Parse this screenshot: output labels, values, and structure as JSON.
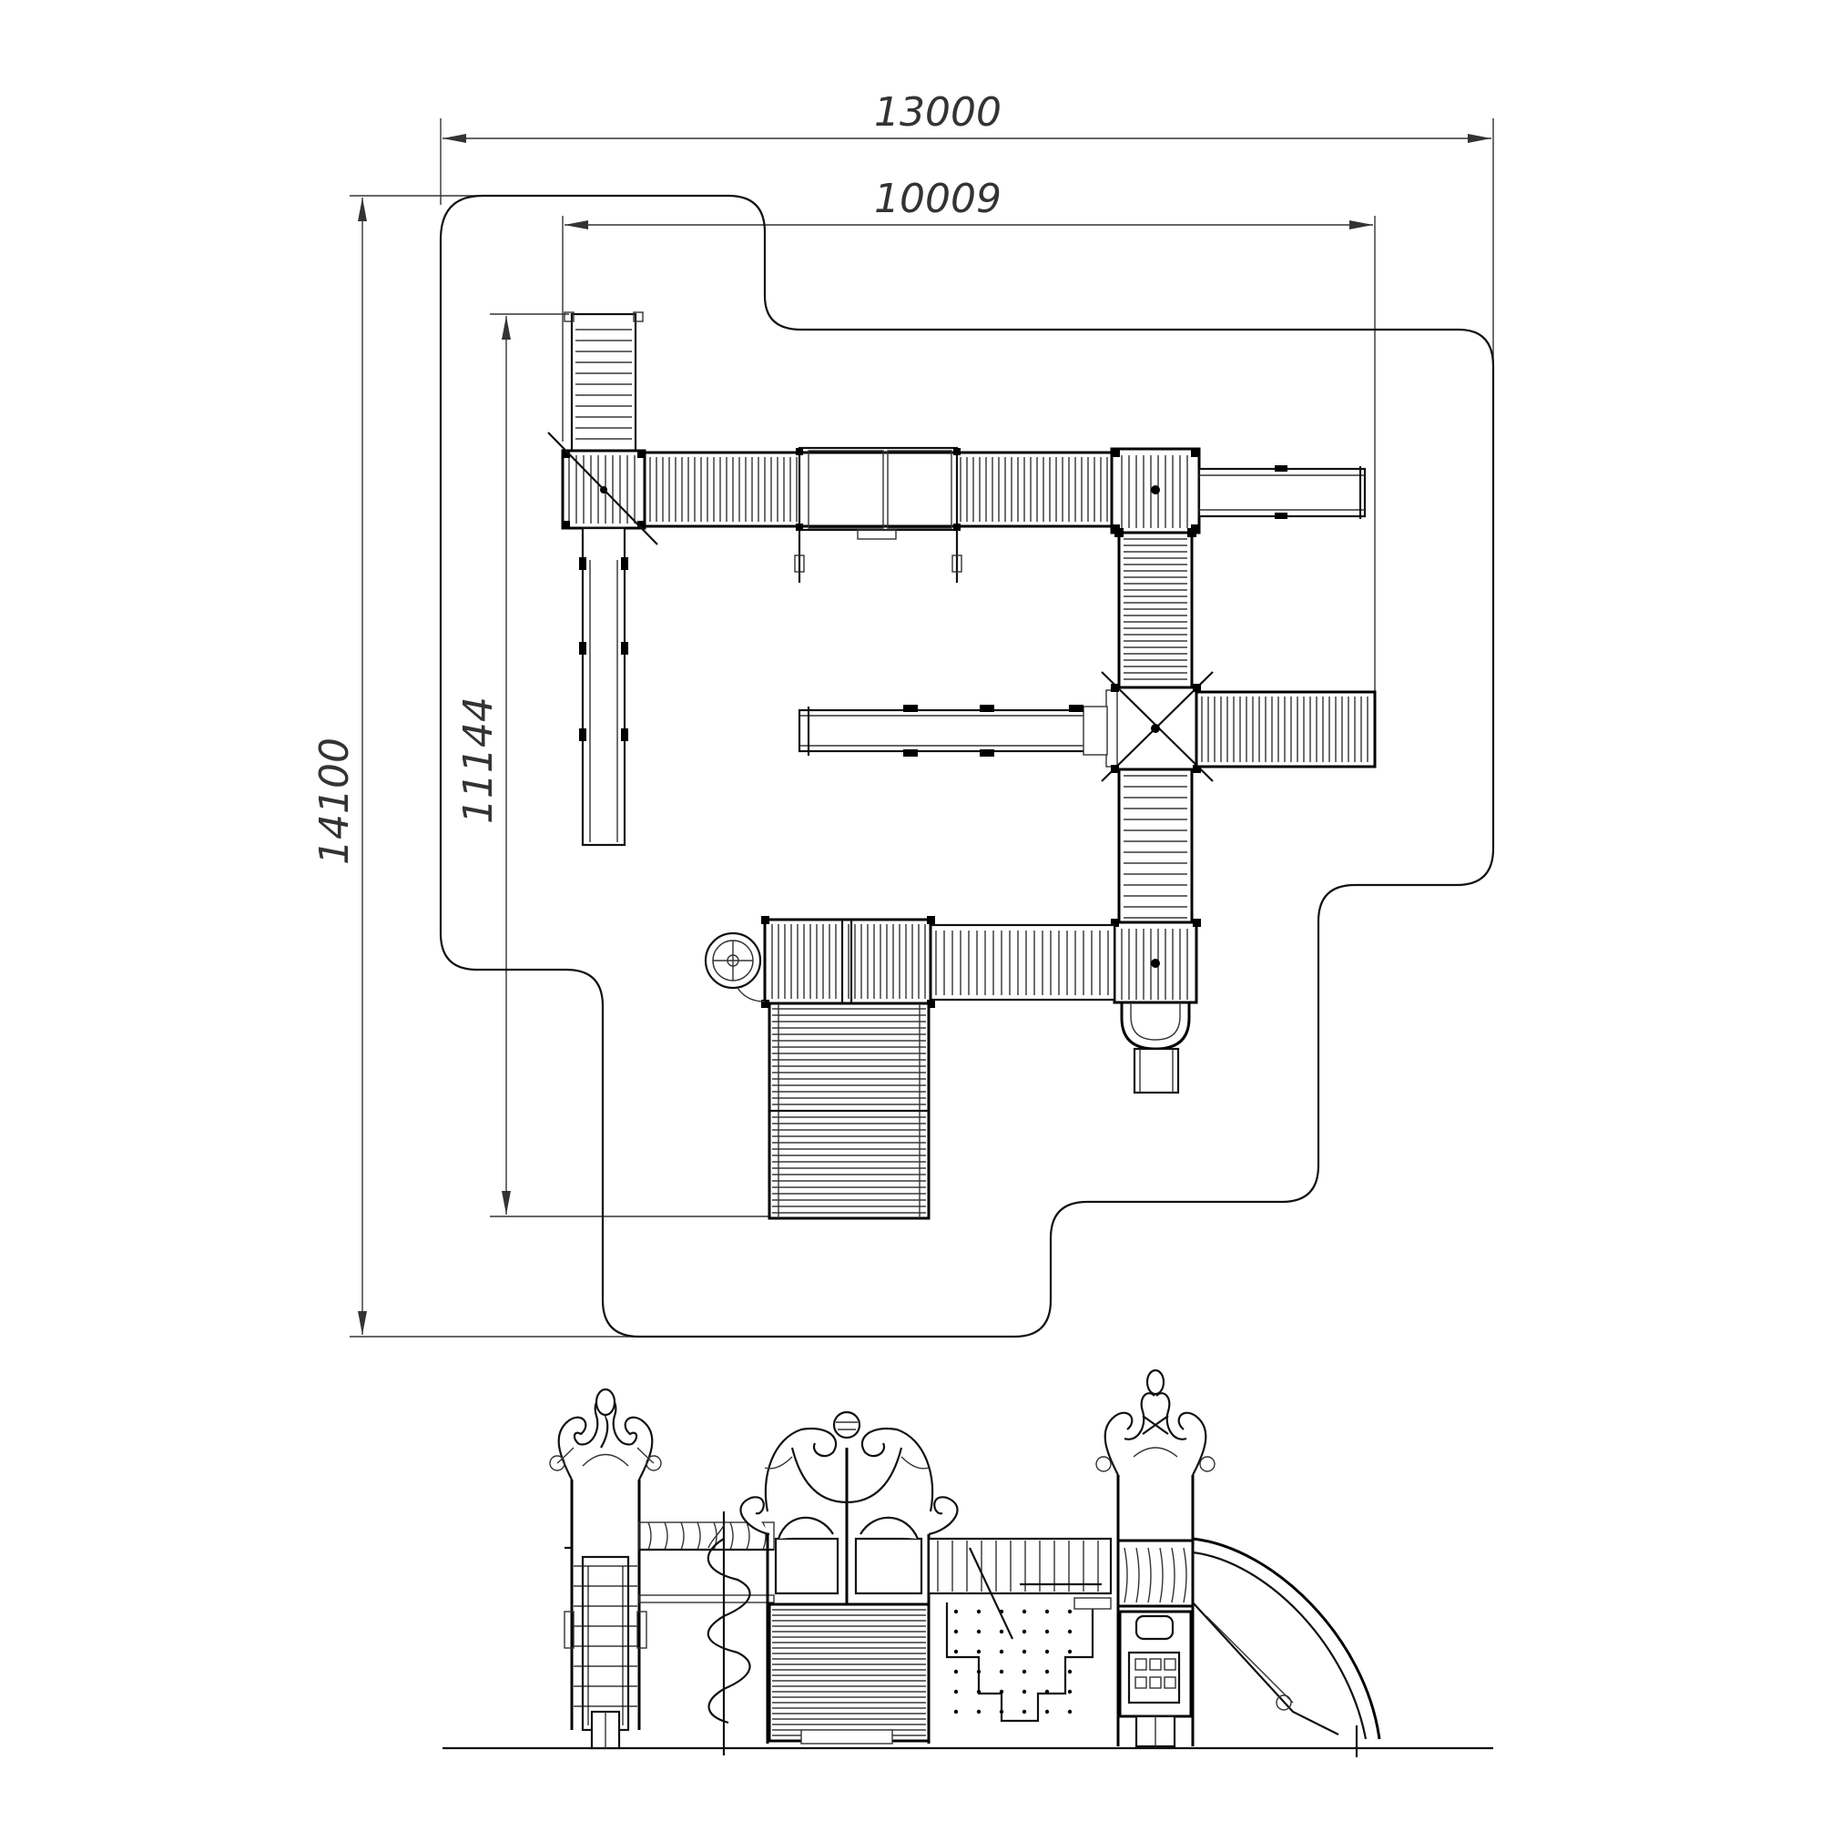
{
  "dimensions": {
    "overall_width": "13000",
    "inner_width": "10009",
    "overall_depth": "14100",
    "inner_depth": "11144"
  },
  "colors": {
    "line": "#000000",
    "dimension_line": "#333333",
    "background": "#ffffff"
  }
}
